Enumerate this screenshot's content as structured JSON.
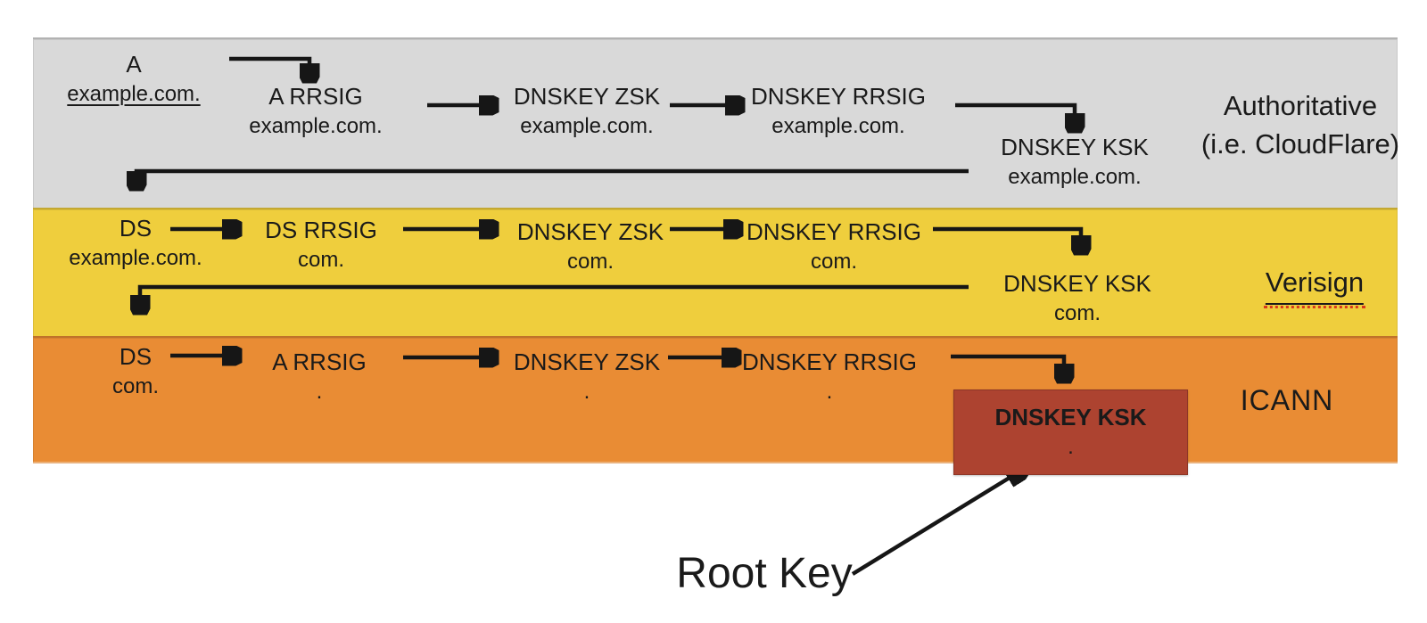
{
  "bands": [
    {
      "name": "authoritative",
      "color": "#d9d9d9",
      "label": {
        "line1": "Authoritative",
        "line2": "(i.e. CloudFlare)"
      },
      "nodes": [
        {
          "title": "A",
          "subtitle": "example.com."
        },
        {
          "title": "A RRSIG",
          "subtitle": "example.com."
        },
        {
          "title": "DNSKEY ZSK",
          "subtitle": "example.com."
        },
        {
          "title": "DNSKEY RRSIG",
          "subtitle": "example.com."
        },
        {
          "title": "DNSKEY KSK",
          "subtitle": "example.com."
        }
      ]
    },
    {
      "name": "verisign",
      "color": "#efce3d",
      "label": {
        "line1": "Verisign"
      },
      "nodes": [
        {
          "title": "DS",
          "subtitle": "example.com."
        },
        {
          "title": "DS RRSIG",
          "subtitle": "com."
        },
        {
          "title": "DNSKEY ZSK",
          "subtitle": "com."
        },
        {
          "title": "DNSKEY RRSIG",
          "subtitle": "com."
        },
        {
          "title": "DNSKEY KSK",
          "subtitle": "com."
        }
      ]
    },
    {
      "name": "icann",
      "color": "#e98c34",
      "label": {
        "line1": "ICANN"
      },
      "nodes": [
        {
          "title": "DS",
          "subtitle": "com."
        },
        {
          "title": "A RRSIG",
          "subtitle": "."
        },
        {
          "title": "DNSKEY ZSK",
          "subtitle": "."
        },
        {
          "title": "DNSKEY RRSIG",
          "subtitle": "."
        },
        {
          "title": "DNSKEY KSK",
          "subtitle": "."
        }
      ]
    }
  ],
  "highlight": {
    "color": "#ad4330"
  },
  "annotation": {
    "root_key": "Root Key"
  },
  "arrow_color": "#161616"
}
